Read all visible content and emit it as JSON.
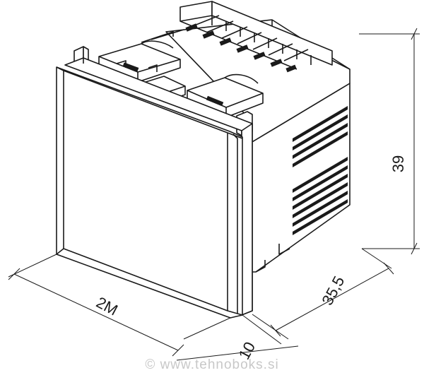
{
  "drawing": {
    "dimensions": {
      "height": "39",
      "depth": "35,5",
      "width": "2M",
      "frame_offset": "10"
    },
    "watermark": "© www.tehnoboks.si"
  }
}
